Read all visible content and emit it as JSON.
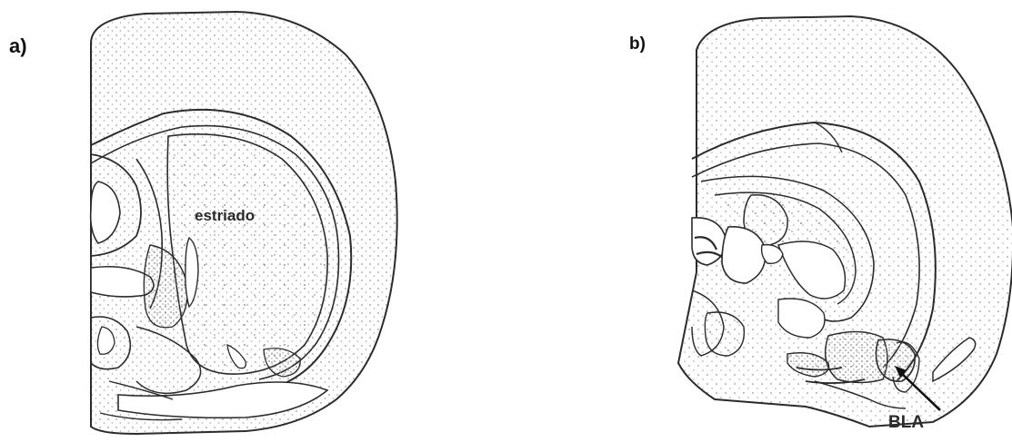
{
  "panels": [
    {
      "label": "a)",
      "region_label": "estriado"
    },
    {
      "label": "b)",
      "region_label": "BLA"
    }
  ],
  "colors": {
    "ink": "#2b2b2b",
    "stipple": "#9a9a9a",
    "background": "#ffffff"
  }
}
